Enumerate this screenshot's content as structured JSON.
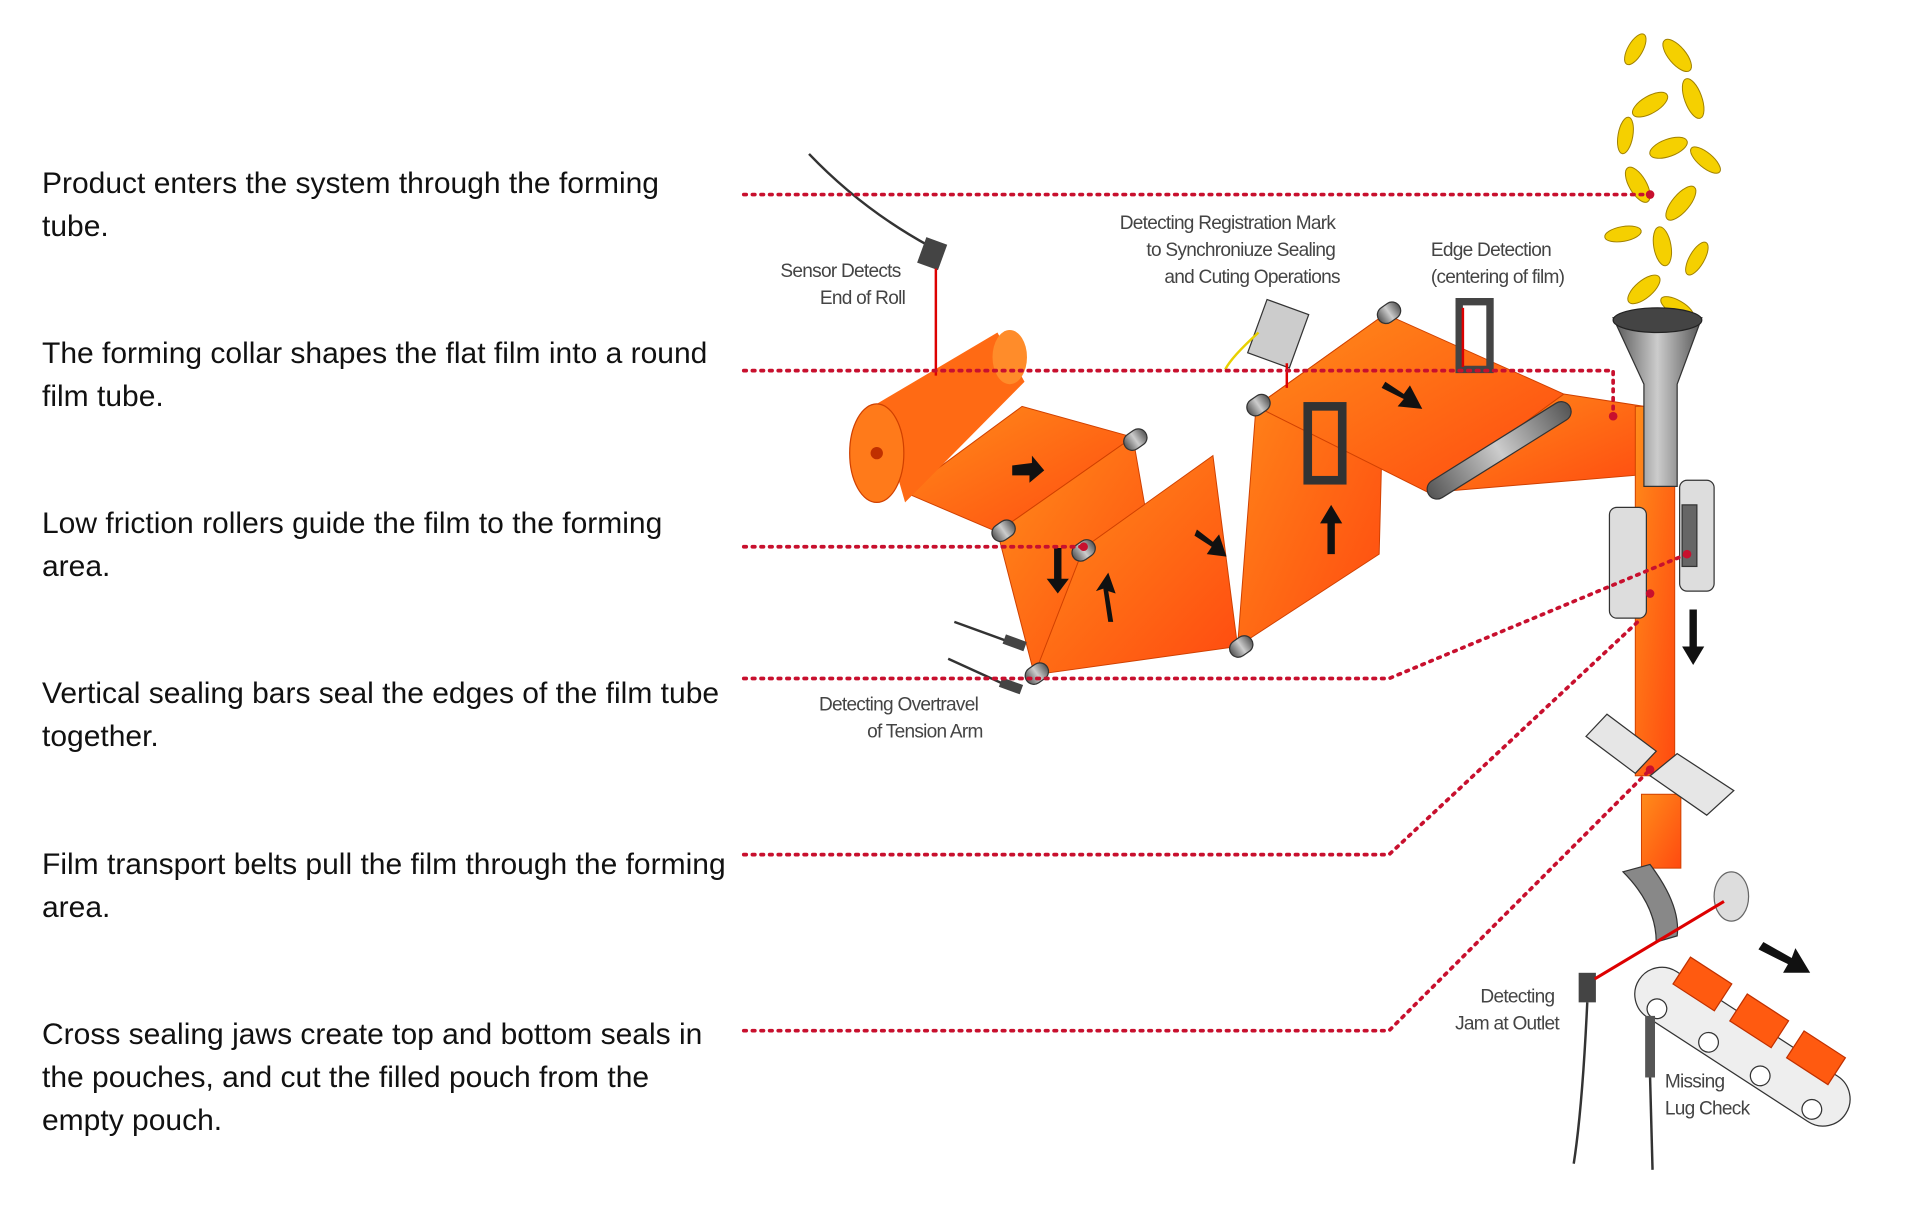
{
  "steps": [
    {
      "text": "Product enters the system through the forming tube."
    },
    {
      "text": "The forming collar shapes the flat film into a round film tube."
    },
    {
      "text": "Low friction rollers guide the film to the forming area."
    },
    {
      "text": "Vertical sealing bars seal the edges of the film tube together."
    },
    {
      "text": "Film transport belts pull the film through the forming area."
    },
    {
      "text": "Cross sealing jaws create top and bottom seals in the pouches, and cut the filled pouch from the empty pouch."
    }
  ],
  "callouts": {
    "end_of_roll": [
      "Sensor Detects",
      "End of Roll"
    ],
    "registration": [
      "Detecting Registration Mark",
      "to  Synchroniuze Sealing",
      "and Cuting Operations"
    ],
    "edge": [
      "Edge Detection",
      "(centering of film)"
    ],
    "overtravel": [
      "Detecting Overtravel",
      "of Tension Arm"
    ],
    "jam": [
      "Detecting",
      "Jam at Outlet"
    ],
    "lug": [
      "Missing",
      "Lug Check"
    ]
  },
  "colors": {
    "leader": "#c8102e",
    "film": "#ff7a1a",
    "product": "#f5d000"
  }
}
